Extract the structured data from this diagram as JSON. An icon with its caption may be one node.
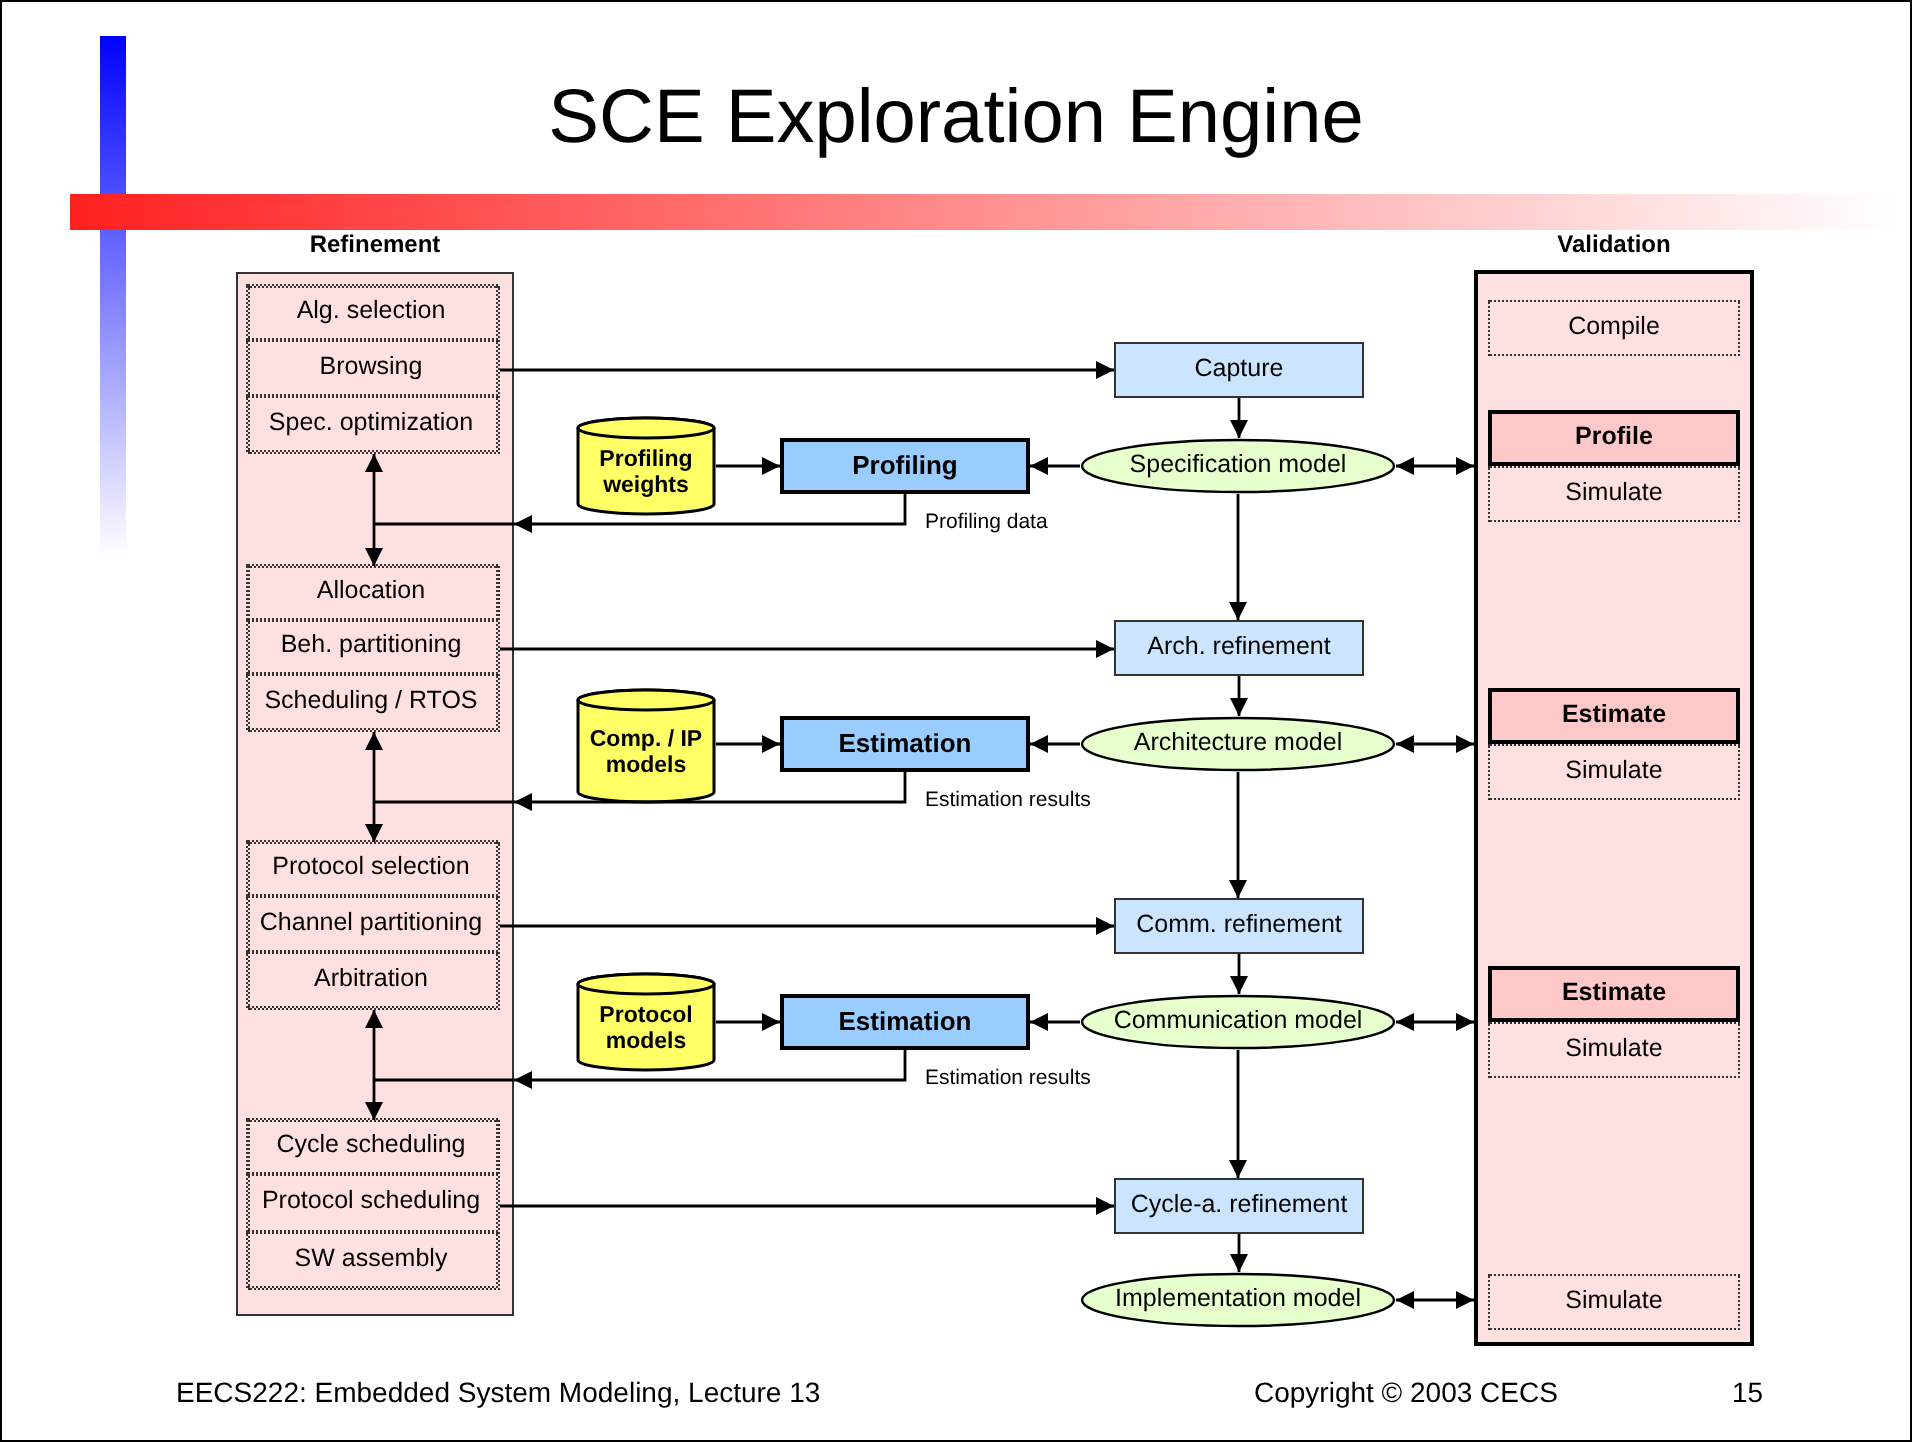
{
  "diagram": {
    "title": "SCE Exploration Engine",
    "nodes": [
      {
        "text": [
          "Refinement"
        ]
      },
      {
        "text": [],
        "shape": "box",
        "in": 0
      },
      {
        "text": [
          "Alg. selection"
        ],
        "in": 1
      },
      {
        "text": [
          "Browsing"
        ],
        "in": 1
      },
      {
        "text": [
          "Spec. optimization"
        ],
        "in": 1
      },
      {
        "text": [],
        "shape": "box",
        "in": 0
      },
      {
        "text": [
          "Allocation"
        ],
        "in": 5
      },
      {
        "text": [
          "Beh. partitioning"
        ],
        "in": 5
      },
      {
        "text": [
          "Scheduling / RTOS"
        ],
        "in": 5
      },
      {
        "text": [],
        "shape": "box",
        "in": 0
      },
      {
        "text": [
          "Protocol selection"
        ],
        "in": 9
      },
      {
        "text": [
          "Channel partitioning"
        ],
        "in": 9
      },
      {
        "text": [
          "Arbitration"
        ],
        "in": 9
      },
      {
        "text": [],
        "shape": "box",
        "in": 0
      },
      {
        "text": [
          "Cycle scheduling"
        ],
        "in": 13
      },
      {
        "text": [
          "Protocol scheduling"
        ],
        "in": 13
      },
      {
        "text": [
          "SW assembly"
        ],
        "in": 13
      },
      {
        "text": [
          "Capture"
        ]
      },
      {
        "text": [
          "Profiling weights"
        ]
      },
      {
        "text": [
          "Profiling"
        ]
      },
      {
        "text": [
          "Specification model"
        ]
      },
      {
        "text": [
          "Arch. refinement"
        ]
      },
      {
        "text": [
          "Comp. / IP models"
        ]
      },
      {
        "text": [
          "Estimation"
        ]
      },
      {
        "text": [
          "Architecture model"
        ]
      },
      {
        "text": [
          "Comm. refinement"
        ]
      },
      {
        "text": [
          "Protocol models"
        ]
      },
      {
        "text": [
          "Estimation"
        ]
      },
      {
        "text": [
          "Communication model"
        ]
      },
      {
        "text": [
          "Cycle-a. refinement"
        ]
      },
      {
        "text": [
          "Implementation model"
        ]
      },
      {
        "text": [
          "Validation"
        ]
      },
      {
        "text": [
          "Compile"
        ],
        "in": 31
      },
      {
        "text": [
          "Profile"
        ],
        "in": 31
      },
      {
        "text": [
          "Simulate"
        ],
        "in": 31
      },
      {
        "text": [
          "Estimate"
        ],
        "in": 31
      },
      {
        "text": [
          "Simulate"
        ],
        "in": 31
      },
      {
        "text": [
          "Estimate"
        ],
        "in": 31
      },
      {
        "text": [
          "Simulate"
        ],
        "in": 31
      },
      {
        "text": [
          "Simulate"
        ],
        "in": 31
      }
    ],
    "edges": [
      {
        "from": 3,
        "to": 17,
        "arrow": "to"
      },
      {
        "from": 1,
        "to": 5,
        "arrow": "both"
      },
      {
        "from": 18,
        "to": 19,
        "arrow": "to"
      },
      {
        "from": 20,
        "to": 19,
        "arrow": "to"
      },
      {
        "from": 19,
        "to": 0,
        "arrow": "to",
        "label": "Profiling data"
      },
      {
        "from": 17,
        "to": 20,
        "arrow": "to"
      },
      {
        "from": 20,
        "to": 31,
        "arrow": "both"
      },
      {
        "from": 20,
        "to": 21,
        "arrow": "to"
      },
      {
        "from": 7,
        "to": 21,
        "arrow": "to"
      },
      {
        "from": 5,
        "to": 9,
        "arrow": "both"
      },
      {
        "from": 22,
        "to": 23,
        "arrow": "to"
      },
      {
        "from": 24,
        "to": 23,
        "arrow": "to"
      },
      {
        "from": 23,
        "to": 0,
        "arrow": "to",
        "label": "Estimation results"
      },
      {
        "from": 21,
        "to": 24,
        "arrow": "to"
      },
      {
        "from": 24,
        "to": 31,
        "arrow": "both"
      },
      {
        "from": 24,
        "to": 25,
        "arrow": "to"
      },
      {
        "from": 11,
        "to": 25,
        "arrow": "to"
      },
      {
        "from": 9,
        "to": 13,
        "arrow": "both"
      },
      {
        "from": 26,
        "to": 27,
        "arrow": "to"
      },
      {
        "from": 28,
        "to": 27,
        "arrow": "to"
      },
      {
        "from": 27,
        "to": 0,
        "arrow": "to",
        "label": "Estimation results"
      },
      {
        "from": 25,
        "to": 28,
        "arrow": "to"
      },
      {
        "from": 28,
        "to": 31,
        "arrow": "both"
      },
      {
        "from": 28,
        "to": 29,
        "arrow": "to"
      },
      {
        "from": 15,
        "to": 29,
        "arrow": "to"
      },
      {
        "from": 29,
        "to": 30,
        "arrow": "to"
      },
      {
        "from": 30,
        "to": 31,
        "arrow": "both"
      }
    ],
    "labels": [
      "EECS222: Embedded System Modeling, Lecture 13",
      "Copyright © 2003 CECS",
      "15"
    ]
  }
}
